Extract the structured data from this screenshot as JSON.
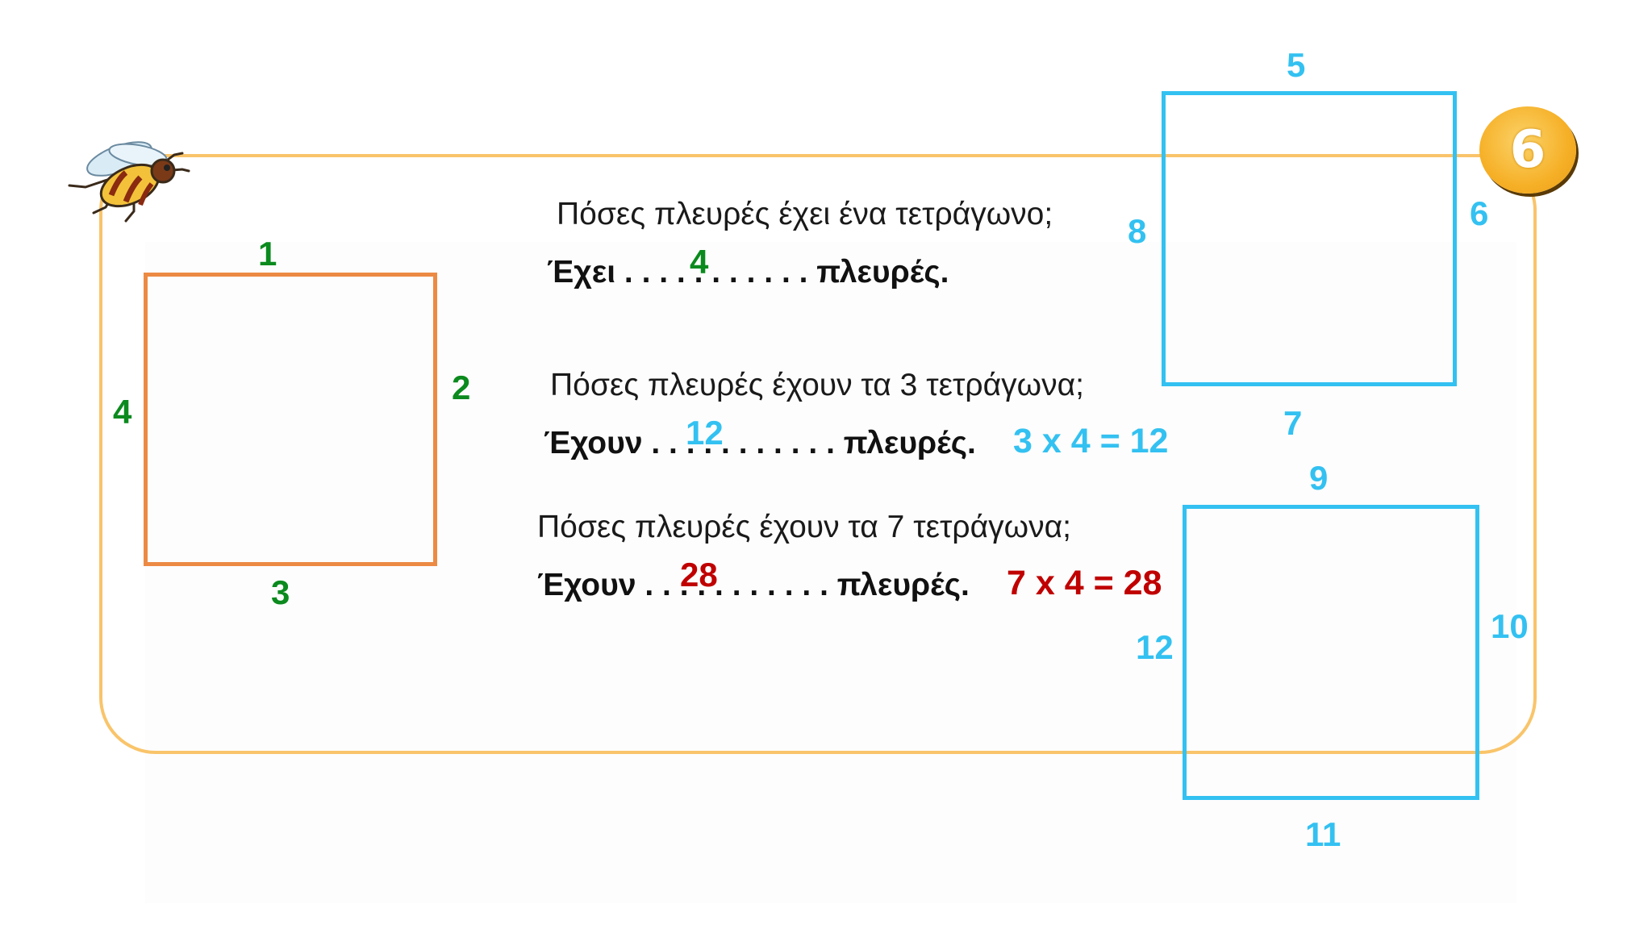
{
  "badge_number": "6",
  "square_labels": {
    "orange": {
      "top": "1",
      "right": "2",
      "bottom": "3",
      "left": "4"
    },
    "blue_upper": {
      "top": "5",
      "right": "6",
      "bottom": "7",
      "left": "8"
    },
    "blue_lower": {
      "top": "9",
      "right": "10",
      "bottom": "11",
      "left": "12"
    }
  },
  "questions": [
    {
      "question": "Πόσες πλευρές έχει ένα τετράγωνο;",
      "answer_prefix": "Έχει . . . . . . . . . . . πλευρές.",
      "filled": "4",
      "equation": ""
    },
    {
      "question": "Πόσες πλευρές έχουν τα 3 τετράγωνα;",
      "answer_prefix": "Έχουν . . . . . . . . . . . πλευρές.",
      "filled": "12",
      "equation": "3 x 4 = 12"
    },
    {
      "question": "Πόσες πλευρές έχουν τα 7 τετράγωνα;",
      "answer_prefix": "Έχουν . . . . . . . . . . . πλευρές.",
      "filled": "28",
      "equation": "7 x 4 = 28"
    }
  ],
  "colors": {
    "frame": "#f9c46a",
    "orange_square": "#ec8a44",
    "blue_square": "#33c1f1",
    "green_labels": "#0b8a1e",
    "red_answers": "#c00000"
  },
  "icons": [
    "bee-icon",
    "number-badge"
  ]
}
